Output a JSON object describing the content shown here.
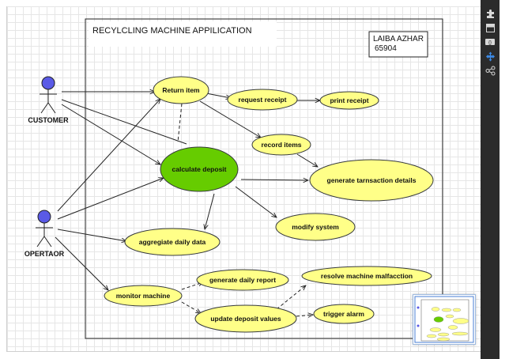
{
  "diagram": {
    "title": "RECYLCLING MACHINE APPILICATION",
    "author_name": "LAIBA AZHAR",
    "author_id": "65904",
    "actors": [
      {
        "id": "customer",
        "label": "CUSTOMER",
        "color": "#5a5ae6"
      },
      {
        "id": "operator",
        "label": "OPERTAOR",
        "color": "#5a5ae6"
      }
    ],
    "use_cases": [
      {
        "id": "return_item",
        "label": "Return item"
      },
      {
        "id": "request_receipt",
        "label": "request receipt"
      },
      {
        "id": "print_receipt",
        "label": "print receipt"
      },
      {
        "id": "record_items",
        "label": "record items"
      },
      {
        "id": "calculate_deposit",
        "label": "calculate deposit"
      },
      {
        "id": "generate_transaction",
        "label": "generate tarnsaction details"
      },
      {
        "id": "modify_system",
        "label": "modify system"
      },
      {
        "id": "aggregate_daily",
        "label": "aggregiate daily data"
      },
      {
        "id": "monitor_machine",
        "label": "monitor machine"
      },
      {
        "id": "generate_report",
        "label": "generate daily report"
      },
      {
        "id": "resolve_malfunction",
        "label": "resolve machine malfacction"
      },
      {
        "id": "update_deposit",
        "label": "update deposit values"
      },
      {
        "id": "trigger_alarm",
        "label": "trigger alarm"
      }
    ],
    "colors": {
      "use_case_fill": "#ffff88",
      "use_case_stroke": "#36393d",
      "highlight_fill": "#66cc00",
      "canvas_grid": "#e6e6e6",
      "toolbar": "#2b2b2b"
    }
  },
  "toolbar": {
    "icons": [
      "puzzle-icon",
      "layout-icon",
      "data-icon",
      "move-icon",
      "share-icon"
    ]
  }
}
